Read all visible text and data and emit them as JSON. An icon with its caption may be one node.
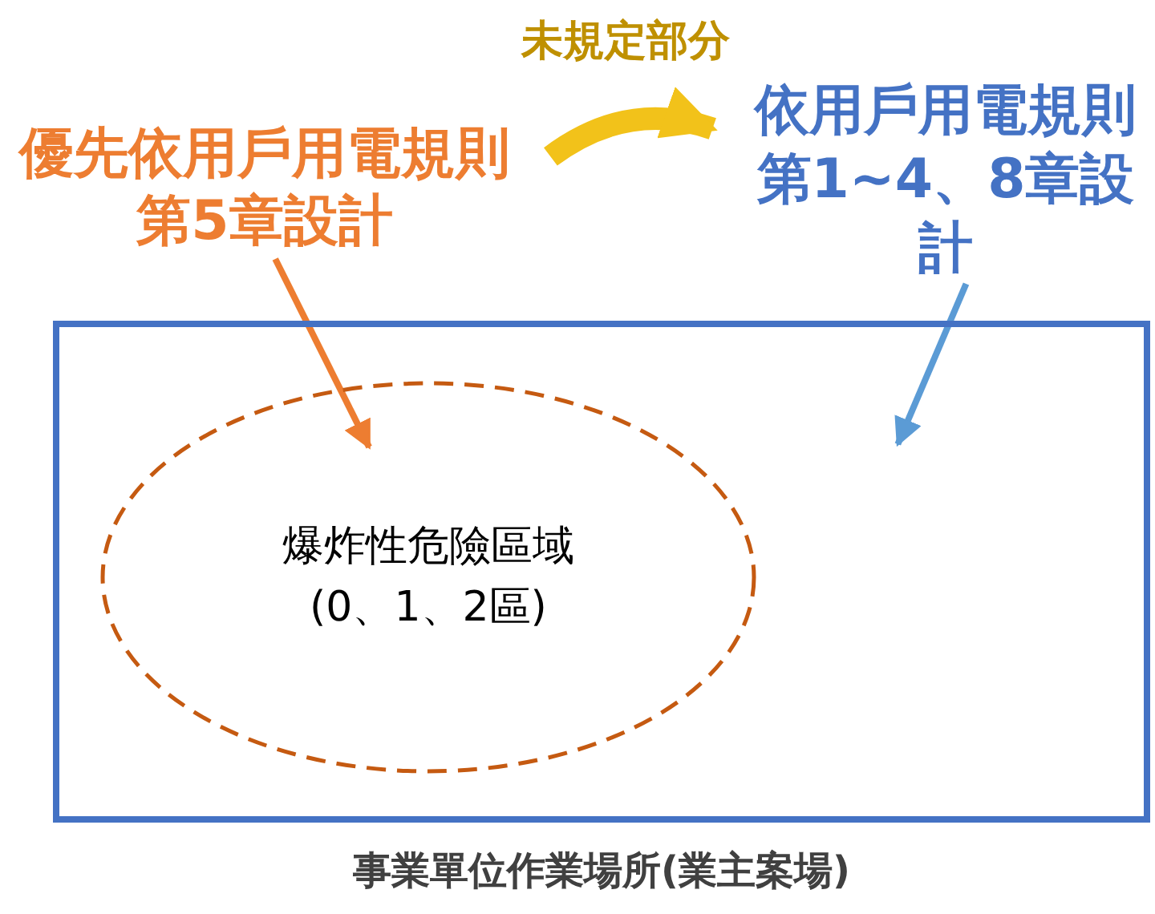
{
  "diagram": {
    "nodes": [
      {
        "text": [
          "事業單位作業場所(業主案場)"
        ]
      },
      {
        "text": [
          "爆炸性危險區域(0、1、2區)"
        ],
        "in": 0
      },
      {
        "text": [
          "優先依用戶用電規則第5章設計"
        ]
      },
      {
        "text": [
          "依用戶用電規則第1~4、8章設計"
        ]
      }
    ],
    "edges": [
      {
        "from": 2,
        "to": 3,
        "arrow": "to",
        "label": "未規定部分",
        "style": "thick",
        "color": "#f2c21a"
      },
      {
        "from": 2,
        "to": 1,
        "arrow": "to",
        "color": "#ed7d31"
      },
      {
        "from": 3,
        "to": 0,
        "arrow": "to",
        "color": "#5b9bd5"
      }
    ]
  }
}
